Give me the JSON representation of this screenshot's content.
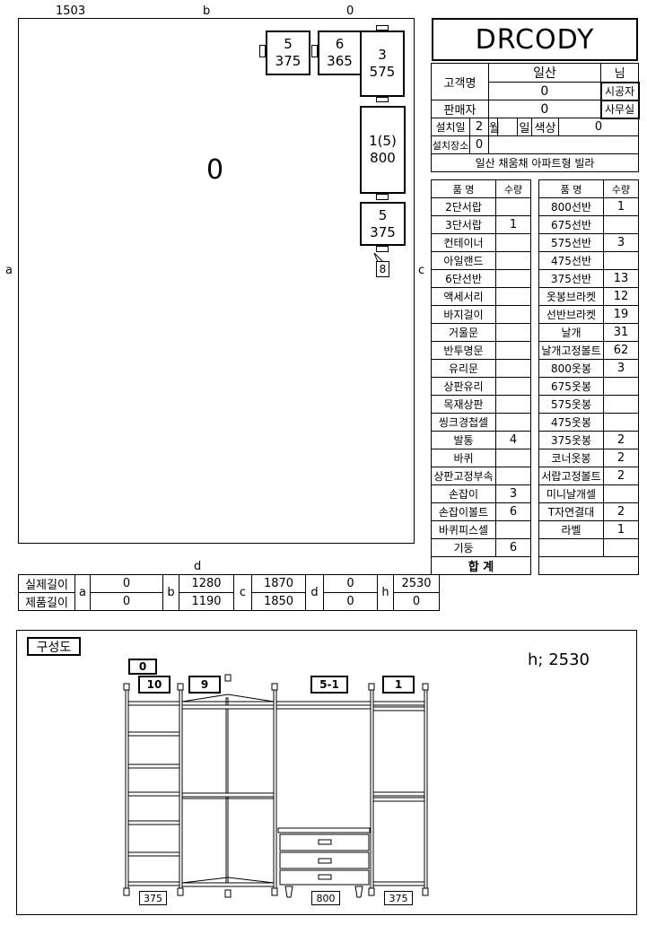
{
  "plan": {
    "top_left": "1503",
    "top_mid": "b",
    "top_right": "0",
    "left_side": "a",
    "right_side": "c",
    "bottom_side": "d",
    "center_value": "0",
    "modules": [
      {
        "num": "5",
        "size": "375"
      },
      {
        "num": "6",
        "size": "365"
      },
      {
        "num": "3",
        "size": "575"
      },
      {
        "num": "1(5)",
        "size": "800"
      },
      {
        "num": "5",
        "size": "375"
      }
    ],
    "marker": "8"
  },
  "brand": "DRCODY",
  "info": {
    "customer_label": "고객명",
    "customer_value": "일산",
    "honorific": "님",
    "customer_sub": "0",
    "installer_label": "시공자",
    "seller_label": "판매자",
    "seller_value": "0",
    "office_label": "사무실",
    "install_date_label": "설치일",
    "month_value": "2",
    "month_label": "월",
    "day_label": "일",
    "color_label": "색상",
    "color_value": "0",
    "place_label": "설치장소",
    "place_value": "0",
    "address": "일산 채움채 아파트형 빌라"
  },
  "parts_left": {
    "header_name": "품 명",
    "header_qty": "수량",
    "rows": [
      {
        "name": "2단서랍",
        "qty": ""
      },
      {
        "name": "3단서랍",
        "qty": "1"
      },
      {
        "name": "컨테이너",
        "qty": ""
      },
      {
        "name": "아일랜드",
        "qty": ""
      },
      {
        "name": "6단선반",
        "qty": ""
      },
      {
        "name": "액세서리",
        "qty": ""
      },
      {
        "name": "바지걸이",
        "qty": ""
      },
      {
        "name": "거울문",
        "qty": ""
      },
      {
        "name": "반투명문",
        "qty": ""
      },
      {
        "name": "유리문",
        "qty": ""
      },
      {
        "name": "상판유리",
        "qty": ""
      },
      {
        "name": "목재상판",
        "qty": ""
      },
      {
        "name": "씽크경첩셀",
        "qty": ""
      },
      {
        "name": "발통",
        "qty": "4"
      },
      {
        "name": "바퀴",
        "qty": ""
      },
      {
        "name": "상판고정부속",
        "qty": ""
      },
      {
        "name": "손잡이",
        "qty": "3"
      },
      {
        "name": "손잡이볼트",
        "qty": "6"
      },
      {
        "name": "바퀴피스셀",
        "qty": ""
      },
      {
        "name": "기둥",
        "qty": "6"
      }
    ],
    "total_label": "합 계"
  },
  "parts_right": {
    "header_name": "품 명",
    "header_qty": "수량",
    "rows": [
      {
        "name": "800선반",
        "qty": "1"
      },
      {
        "name": "675선반",
        "qty": ""
      },
      {
        "name": "575선반",
        "qty": "3"
      },
      {
        "name": "475선반",
        "qty": ""
      },
      {
        "name": "375선반",
        "qty": "13"
      },
      {
        "name": "옷봉브라켓",
        "qty": "12"
      },
      {
        "name": "선반브라켓",
        "qty": "19"
      },
      {
        "name": "날개",
        "qty": "31"
      },
      {
        "name": "날개고정볼트",
        "qty": "62"
      },
      {
        "name": "800옷봉",
        "qty": "3"
      },
      {
        "name": "675옷봉",
        "qty": ""
      },
      {
        "name": "575옷봉",
        "qty": ""
      },
      {
        "name": "475옷봉",
        "qty": ""
      },
      {
        "name": "375옷봉",
        "qty": "2"
      },
      {
        "name": "코너옷봉",
        "qty": "2"
      },
      {
        "name": "서랍고정볼트",
        "qty": "2"
      },
      {
        "name": "미니날개셀",
        "qty": ""
      },
      {
        "name": "T자연결대",
        "qty": "2"
      },
      {
        "name": "라벨",
        "qty": "1"
      }
    ]
  },
  "dims": {
    "actual_label": "실제길이",
    "product_label": "제품길이",
    "a_label": "a",
    "b_label": "b",
    "c_label": "c",
    "d_label": "d",
    "h_label": "h",
    "actual": {
      "a": "0",
      "b": "1280",
      "c": "1870",
      "d": "0",
      "h": "2530"
    },
    "product": {
      "a": "0",
      "b": "1190",
      "c": "1850",
      "d": "0",
      "h": "0"
    }
  },
  "composition": {
    "label": "구성도",
    "height_text": "h; 2530",
    "tags": [
      "0",
      "10",
      "9",
      "5-1",
      "1"
    ],
    "widths": [
      "375",
      "800",
      "375"
    ]
  }
}
